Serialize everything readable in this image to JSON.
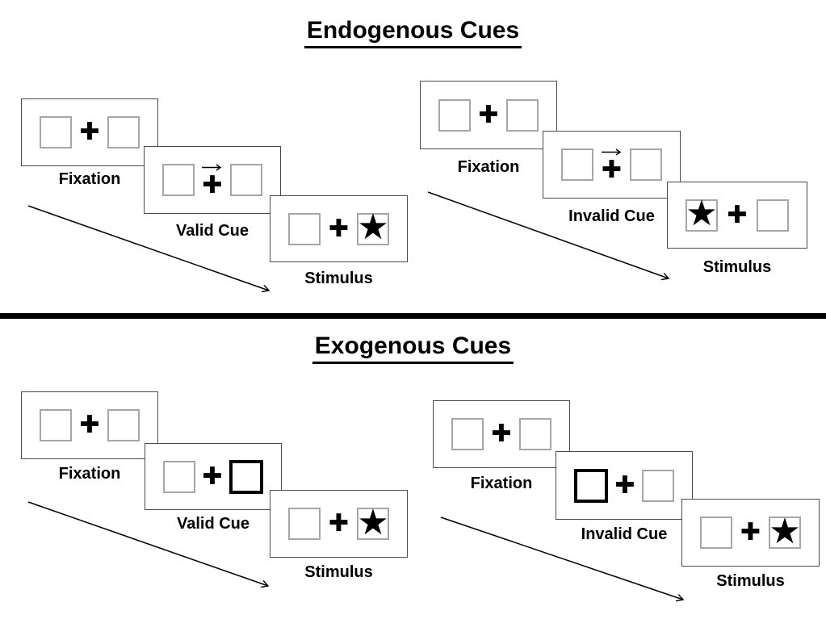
{
  "figure": {
    "kind": "posner-cueing-task-diagram"
  },
  "glyphs": {
    "plus": "✚",
    "star": "★"
  },
  "colors": {
    "panel_border": "#4a4a4a",
    "square_border": "#a6a6a6",
    "highlight_border": "#000000",
    "ink": "#000000",
    "divider": "#000000",
    "background": "#ffffff"
  },
  "sections": [
    {
      "id": "endogenous",
      "title": "Endogenous Cues",
      "trials": [
        {
          "id": "valid",
          "frames": [
            {
              "label": "Fixation",
              "cue": "none",
              "star": "none"
            },
            {
              "label": "Valid Cue",
              "cue": "arrow-right",
              "star": "none"
            },
            {
              "label": "Stimulus",
              "cue": "none",
              "star": "right"
            }
          ]
        },
        {
          "id": "invalid",
          "frames": [
            {
              "label": "Fixation",
              "cue": "none",
              "star": "none"
            },
            {
              "label": "Invalid Cue",
              "cue": "arrow-right",
              "star": "none"
            },
            {
              "label": "Stimulus",
              "cue": "none",
              "star": "left"
            }
          ]
        }
      ]
    },
    {
      "id": "exogenous",
      "title": "Exogenous Cues",
      "trials": [
        {
          "id": "valid",
          "frames": [
            {
              "label": "Fixation",
              "cue": "none",
              "star": "none"
            },
            {
              "label": "Valid Cue",
              "cue": "box-highlight-right",
              "star": "none"
            },
            {
              "label": "Stimulus",
              "cue": "none",
              "star": "right"
            }
          ]
        },
        {
          "id": "invalid",
          "frames": [
            {
              "label": "Fixation",
              "cue": "none",
              "star": "none"
            },
            {
              "label": "Invalid Cue",
              "cue": "box-highlight-left",
              "star": "none"
            },
            {
              "label": "Stimulus",
              "cue": "none",
              "star": "right"
            }
          ]
        }
      ]
    }
  ]
}
